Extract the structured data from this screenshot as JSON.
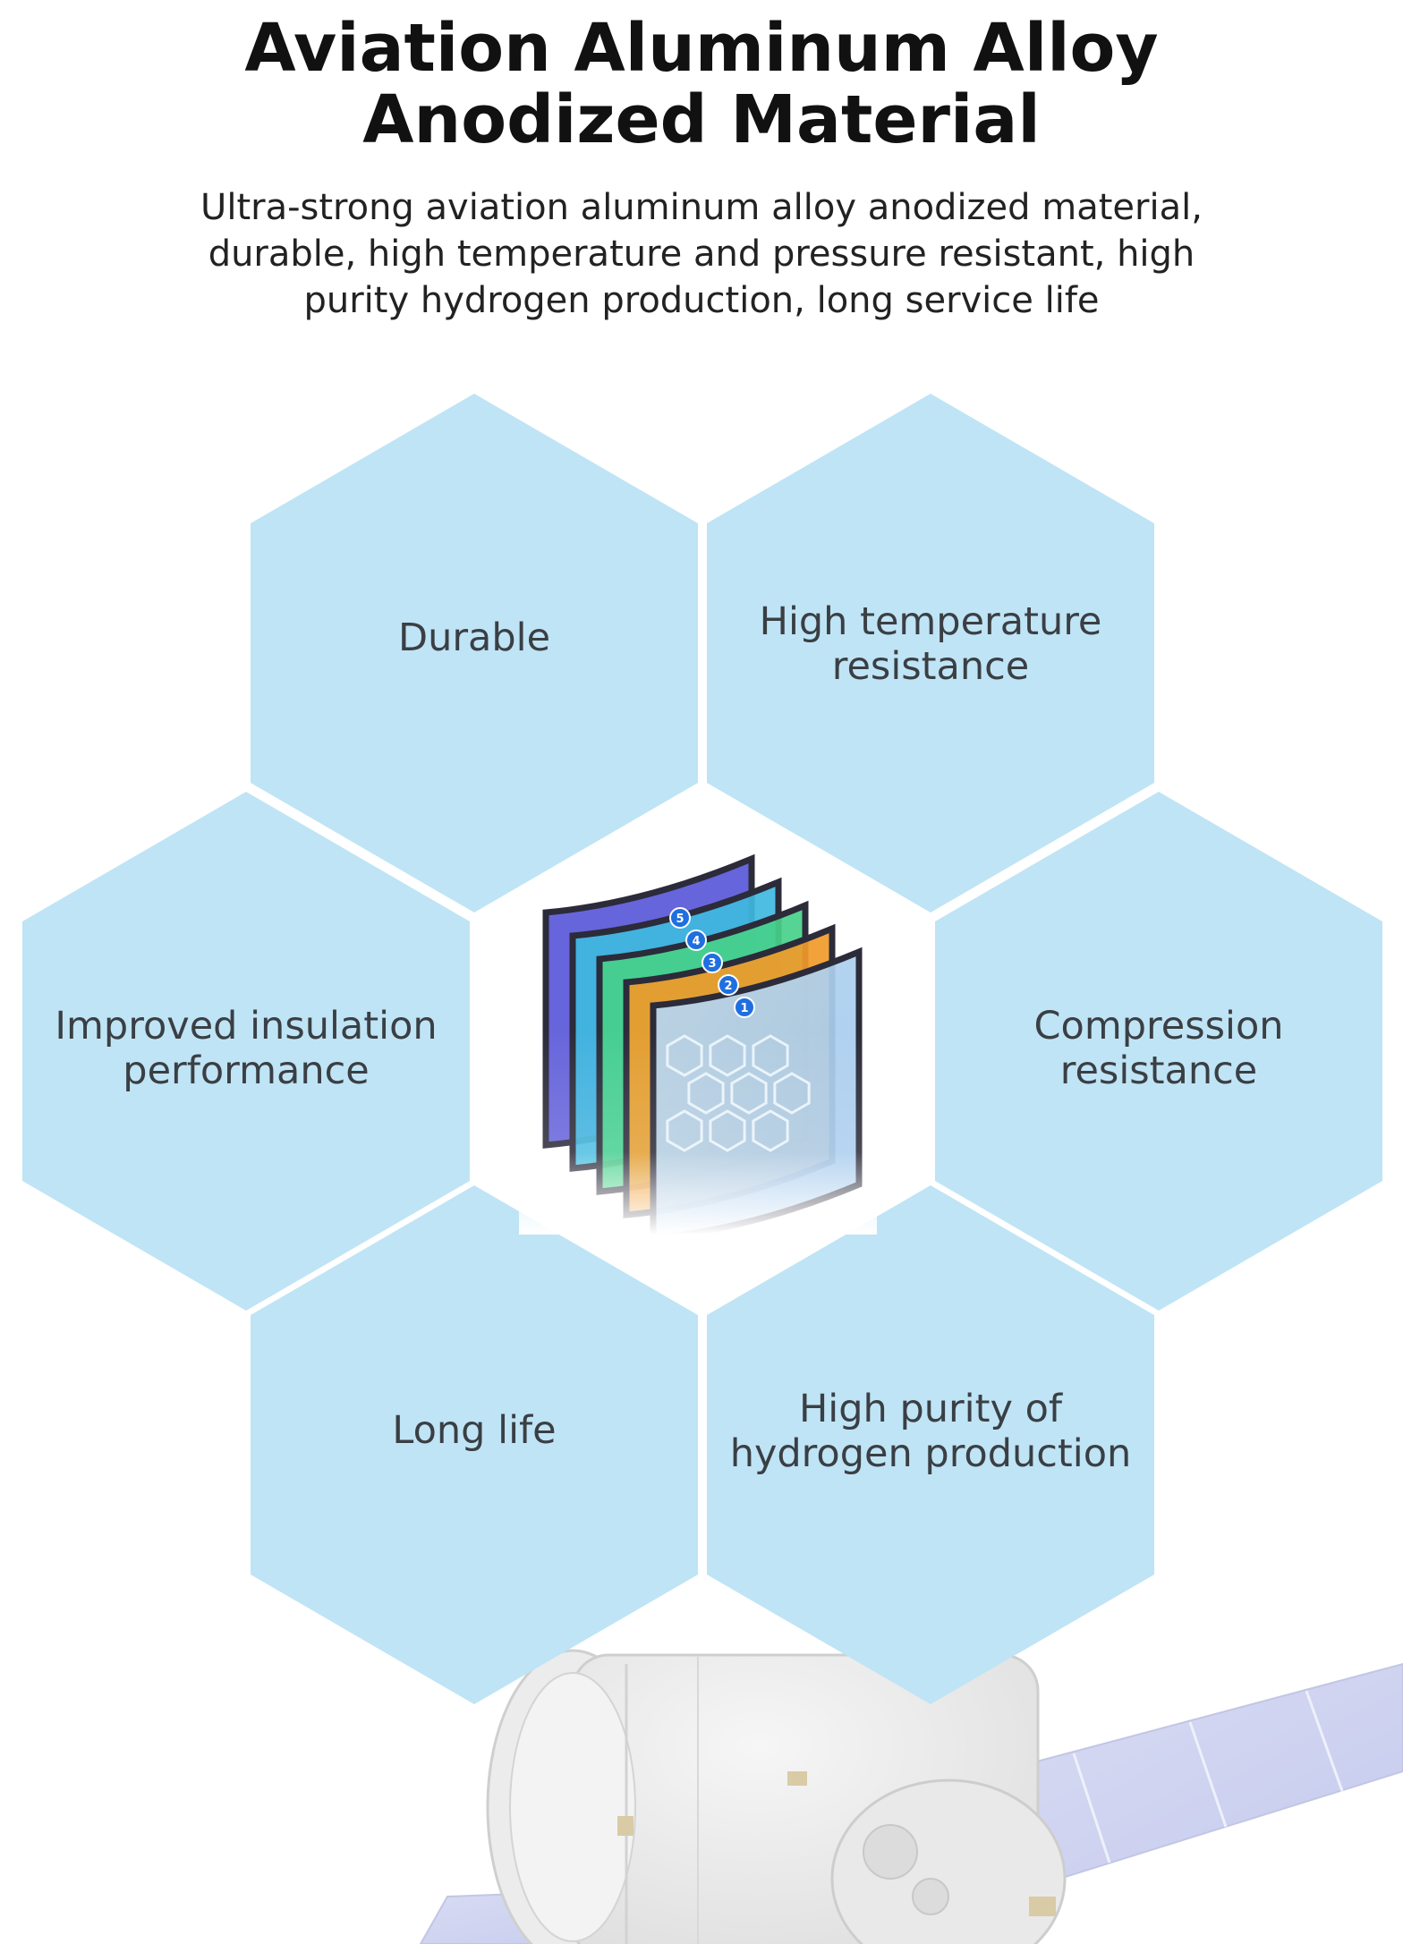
{
  "header": {
    "title_line1": "Aviation Aluminum Alloy",
    "title_line2": "Anodized Material",
    "subtitle_line1": "Ultra-strong aviation aluminum alloy anodized material,",
    "subtitle_line2": "durable, high temperature and pressure resistant, high",
    "subtitle_line3": "purity hydrogen production, long service life"
  },
  "features": [
    {
      "line1": "Durable",
      "line2": ""
    },
    {
      "line1": "High temperature",
      "line2": "resistance"
    },
    {
      "line1": "Improved insulation",
      "line2": "performance"
    },
    {
      "line1": "Compression",
      "line2": "resistance"
    },
    {
      "line1": "Long life",
      "line2": ""
    },
    {
      "line1": "High purity of",
      "line2": "hydrogen production"
    }
  ],
  "layers": {
    "labels": [
      "5",
      "4",
      "3",
      "2",
      "1"
    ],
    "colors": [
      "#5a58d8",
      "#3fb8e0",
      "#47d08a",
      "#f19a2a",
      "#b19ae0"
    ]
  },
  "colors": {
    "hex_fill": "#bfe4f5",
    "background": "#ffffff",
    "badge": "#1f6fe0"
  },
  "icons": {
    "center_image": "layered-material-icon",
    "bottom_image": "spacecraft-illustration"
  }
}
